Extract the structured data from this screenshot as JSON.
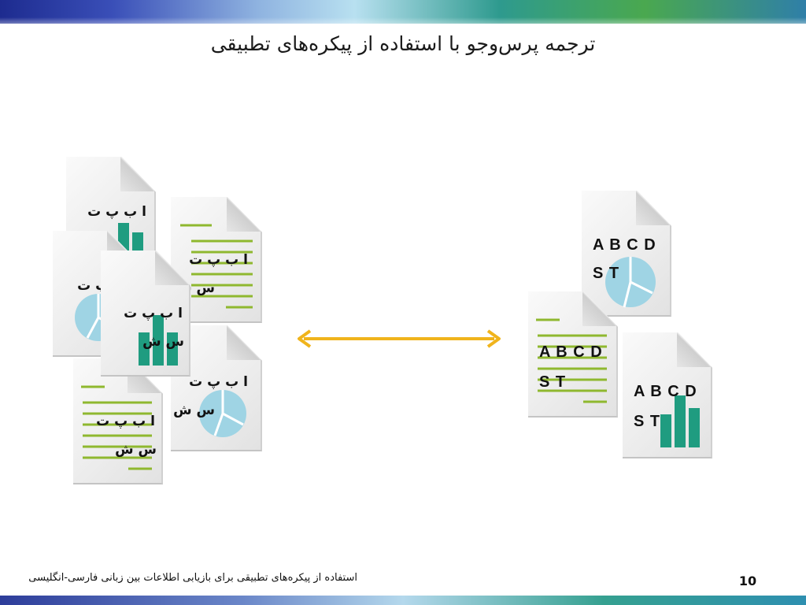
{
  "slide": {
    "title": "ترجمه پرس‌وجو با استفاده از پیکره‌های تطبیقی",
    "footer": "استفاده از پیکره‌های تطبیقی برای بازیابی اطلاعات بین زبانی فارسی-انگلیسی",
    "page_number": "10"
  },
  "colors": {
    "green_lines": "#8fb82f",
    "teal_bars": "#1f9c80",
    "pie": "#9fd4e4",
    "arrow": "#f0b41c"
  },
  "persian_docs": {
    "line1": "ا ب پ ت",
    "line2": "س ش"
  },
  "english_docs": {
    "line1": "A B C D",
    "line2": "S T"
  },
  "icons": {
    "arrow": "double-headed-arrow",
    "pie": "pie-chart-icon",
    "bars": "bar-chart-icon",
    "lines": "text-lines-icon"
  }
}
